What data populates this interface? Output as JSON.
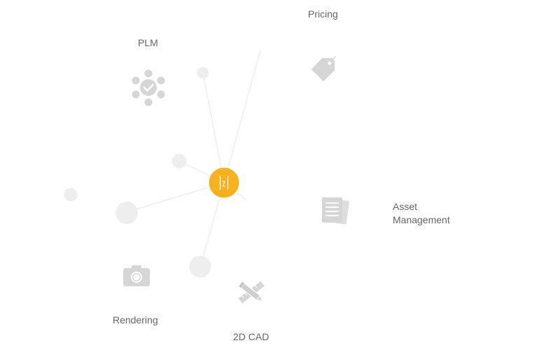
{
  "nodes": [
    {
      "id": "pricing",
      "label": "Pricing",
      "icon": "price-tag-icon"
    },
    {
      "id": "plm",
      "label": "PLM",
      "icon": "plm-network-icon"
    },
    {
      "id": "asset",
      "label_line1": "Asset",
      "label_line2": "Management",
      "icon": "documents-icon"
    },
    {
      "id": "rendering",
      "label": "Rendering",
      "icon": "camera-icon"
    },
    {
      "id": "cad",
      "label": "2D CAD",
      "icon": "pencil-ruler-icon"
    }
  ],
  "hub": {
    "icon": "brand-logo-icon",
    "color": "#f5b120"
  },
  "colors": {
    "icon": "#d6d6d6",
    "dot": "#eeeeee",
    "line": "#eeeeee",
    "label": "#666666"
  }
}
